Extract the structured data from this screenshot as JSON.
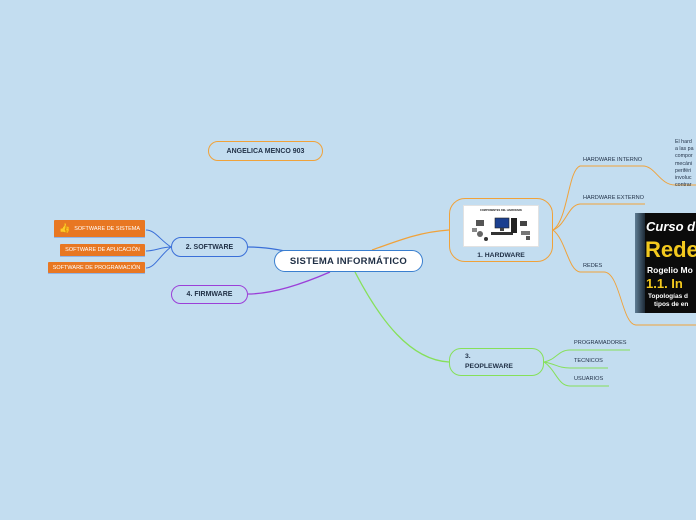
{
  "central": "SISTEMA INFORMÁTICO",
  "author": "ANGELICA MENCO  903",
  "branches": {
    "software": "2. SOFTWARE",
    "firmware": "4. FIRMWARE",
    "hardware": "1. HARDWARE",
    "peopleware_line1": "3.",
    "peopleware_line2": "PEOPLEWARE"
  },
  "software_items": [
    "SOFTWARE DE SISTEMA",
    "SOFTWARE DE APLICACIÓN",
    "SOFTWARE DE PROGRAMACIÓN"
  ],
  "hardware_items": [
    "HARDWARE INTERNO",
    "HARDWARE EXTERNO",
    "REDES"
  ],
  "peopleware_items": [
    "PROGRAMADORES",
    "TECNICOS",
    "USUARIOS"
  ],
  "hardware_image_caption": "COMPONENTES DEL HARDWARE",
  "hardware_note": "El hard\na las pa\ncompor\nmecáni\nperiféri\ninvoluc\ncontrar",
  "video_thumbnail": {
    "line1": "Curso d",
    "line2": "Rede",
    "line3": "Rogelio Mo",
    "line4": "1.1. In",
    "line5a": "Topologías d",
    "line5b": "tipos de en"
  },
  "colors": {
    "background": "#c3ddf0",
    "hardware": "#f0a23a",
    "software": "#3a6fd8",
    "firmware": "#9b3fd8",
    "peopleware": "#86e05a",
    "tag": "#e87722"
  },
  "icons": [
    "thumbs-up-icon"
  ]
}
